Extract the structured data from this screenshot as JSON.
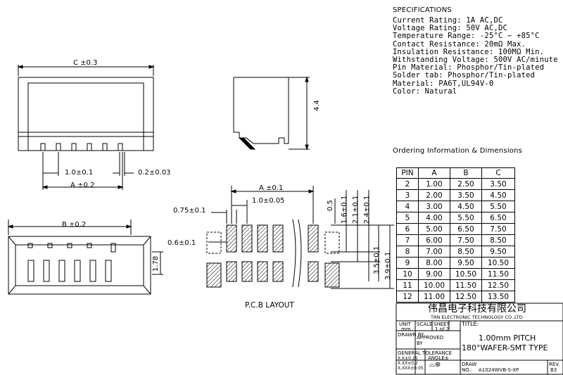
{
  "specifications": {
    "heading": "SPECIFICATIONS",
    "lines": [
      "Current Rating: 1A AC,DC",
      "Voltage Rating: 50V AC,DC",
      "Temperature Range: -25°C ~ +85°C",
      "Contact Resistance: 20mΩ Max.",
      "Insulation Resistance: 100MΩ Min.",
      "Withstanding Voltage: 500V AC/minute",
      "Pin Material: Phosphor/Tin-plated",
      "Solder tab: Phosphor/Tin-plated",
      "Material: PA6T,UL94V-0",
      "Color: Natural"
    ]
  },
  "ordering": {
    "heading": "Ordering Information & Dimensions",
    "columns": [
      "PIN",
      "A",
      "B",
      "C"
    ],
    "rows": [
      [
        "2",
        "1.00",
        "2.50",
        "3.50"
      ],
      [
        "3",
        "2.00",
        "3.50",
        "4.50"
      ],
      [
        "4",
        "3.00",
        "4.50",
        "5.50"
      ],
      [
        "5",
        "4.00",
        "5.50",
        "6.50"
      ],
      [
        "6",
        "5.00",
        "6.50",
        "7.50"
      ],
      [
        "7",
        "6.00",
        "7.50",
        "8.50"
      ],
      [
        "8",
        "7.00",
        "8.50",
        "9.50"
      ],
      [
        "9",
        "8.00",
        "9.50",
        "10.50"
      ],
      [
        "10",
        "9.00",
        "10.50",
        "11.50"
      ],
      [
        "11",
        "10.00",
        "11.50",
        "12.50"
      ],
      [
        "12",
        "11.00",
        "12.50",
        "13.50"
      ]
    ]
  },
  "dimensions": {
    "c_overall": "C ±0.3",
    "pitch": "1.0±0.1",
    "pin_width": "0.2±0.03",
    "a_span": "A ±0.2",
    "b_span": "B ±0.2",
    "height_side": "4.4",
    "depth_bottom": "1.78"
  },
  "pcb_layout": {
    "label": "P.C.B LAYOUT",
    "a_span": "A ±0.1",
    "pitch": "1.0±0.05",
    "pad_width": "0.75±0.1",
    "pad_gap": "0.6±0.1",
    "d_05": "0.5",
    "d_16": "1.6±0.1",
    "d_21": "2.1±0.1",
    "d_24": "2.4±0.1",
    "d_35": "3.5±0.1",
    "d_39": "3.9±0.1"
  },
  "title_block": {
    "company_cn": "伟昌电子科技有限公司",
    "company_en": "TRN ELECTRONIC TECHNOLOGY CO.,LTD",
    "unit_label": "UNIT",
    "unit_value": "mm",
    "scale_label": "SCALE",
    "sheet_label": "SHEET",
    "sheet_value": "1 of 2",
    "title_label": "TITLE:",
    "drawn_by": "DRAWN BY",
    "approved_by": "APPROVED BY",
    "general_tolerance": "GENERAL TOLERANCE",
    "tol_1": "X.X±0.25",
    "tol_2": "X.XX±0.2",
    "tol_3": "X.XXX±0.05",
    "angle": "ANGLE±",
    "title_line1": "1.00mm PITCH",
    "title_line2": "180°WAFER-SMT TYPE",
    "draw_label": "DRAW",
    "no_label": "NO.:",
    "draw_no": "A1024WVB-S-XP",
    "rev_label": "REV.",
    "rev_value": "B3"
  }
}
